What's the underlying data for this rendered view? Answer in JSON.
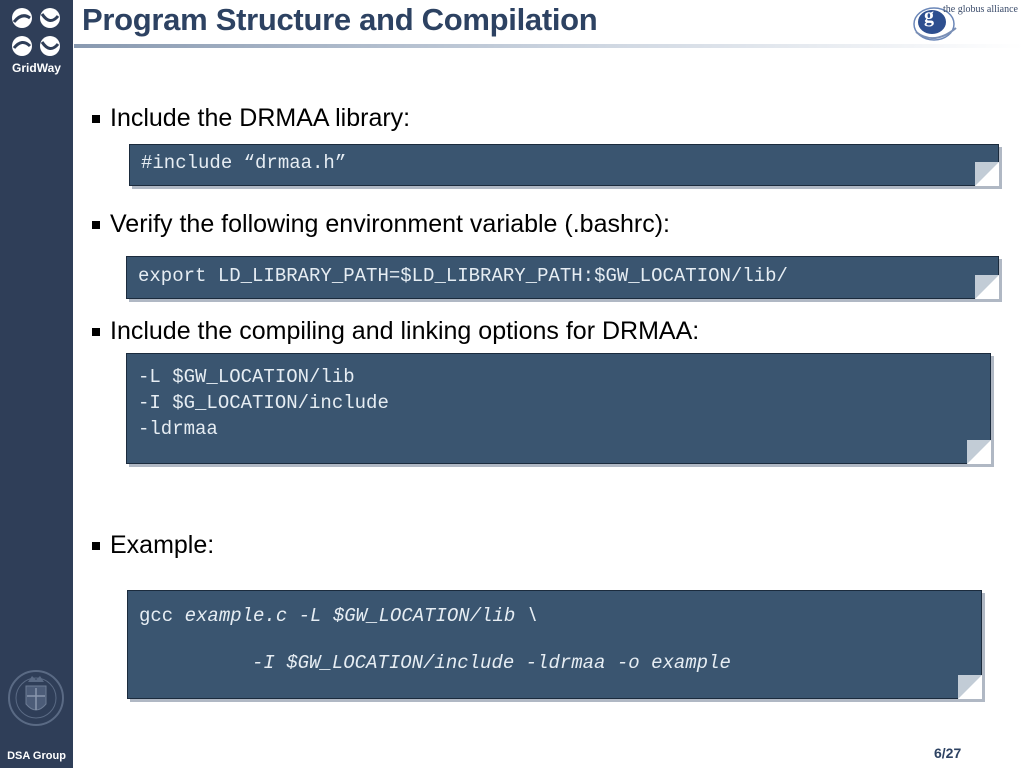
{
  "header": {
    "title": "Program Structure and Compilation",
    "logo_left_text": "GridWay",
    "logo_right_text": "the globus alliance",
    "logo_right_letter": "g"
  },
  "sidebar": {
    "footer_label": "DSA Group"
  },
  "sections": [
    {
      "bullet": "Include the DRMAA library:",
      "code_lines": [
        "#include “drmaa.h”"
      ]
    },
    {
      "bullet": "Verify the following environment variable (.bashrc):",
      "code_lines": [
        "export LD_LIBRARY_PATH=$LD_LIBRARY_PATH:$GW_LOCATION/lib/"
      ]
    },
    {
      "bullet": "Include the compiling and linking options for DRMAA:",
      "code_lines": [
        "-L $GW_LOCATION/lib",
        "-I $G_LOCATION/include",
        "-ldrmaa"
      ]
    },
    {
      "bullet": "Example:",
      "code_parts": {
        "cmd": "gcc ",
        "line1_rest": "example.c -L $GW_LOCATION/lib \\",
        "line2": "-I $GW_LOCATION/include -ldrmaa -o example"
      }
    }
  ],
  "footer": {
    "page": "6/27"
  },
  "colors": {
    "sidebar": "#2f3e58",
    "title": "#2d4262",
    "code_bg": "#3a5570",
    "code_text": "#e6edf3"
  }
}
